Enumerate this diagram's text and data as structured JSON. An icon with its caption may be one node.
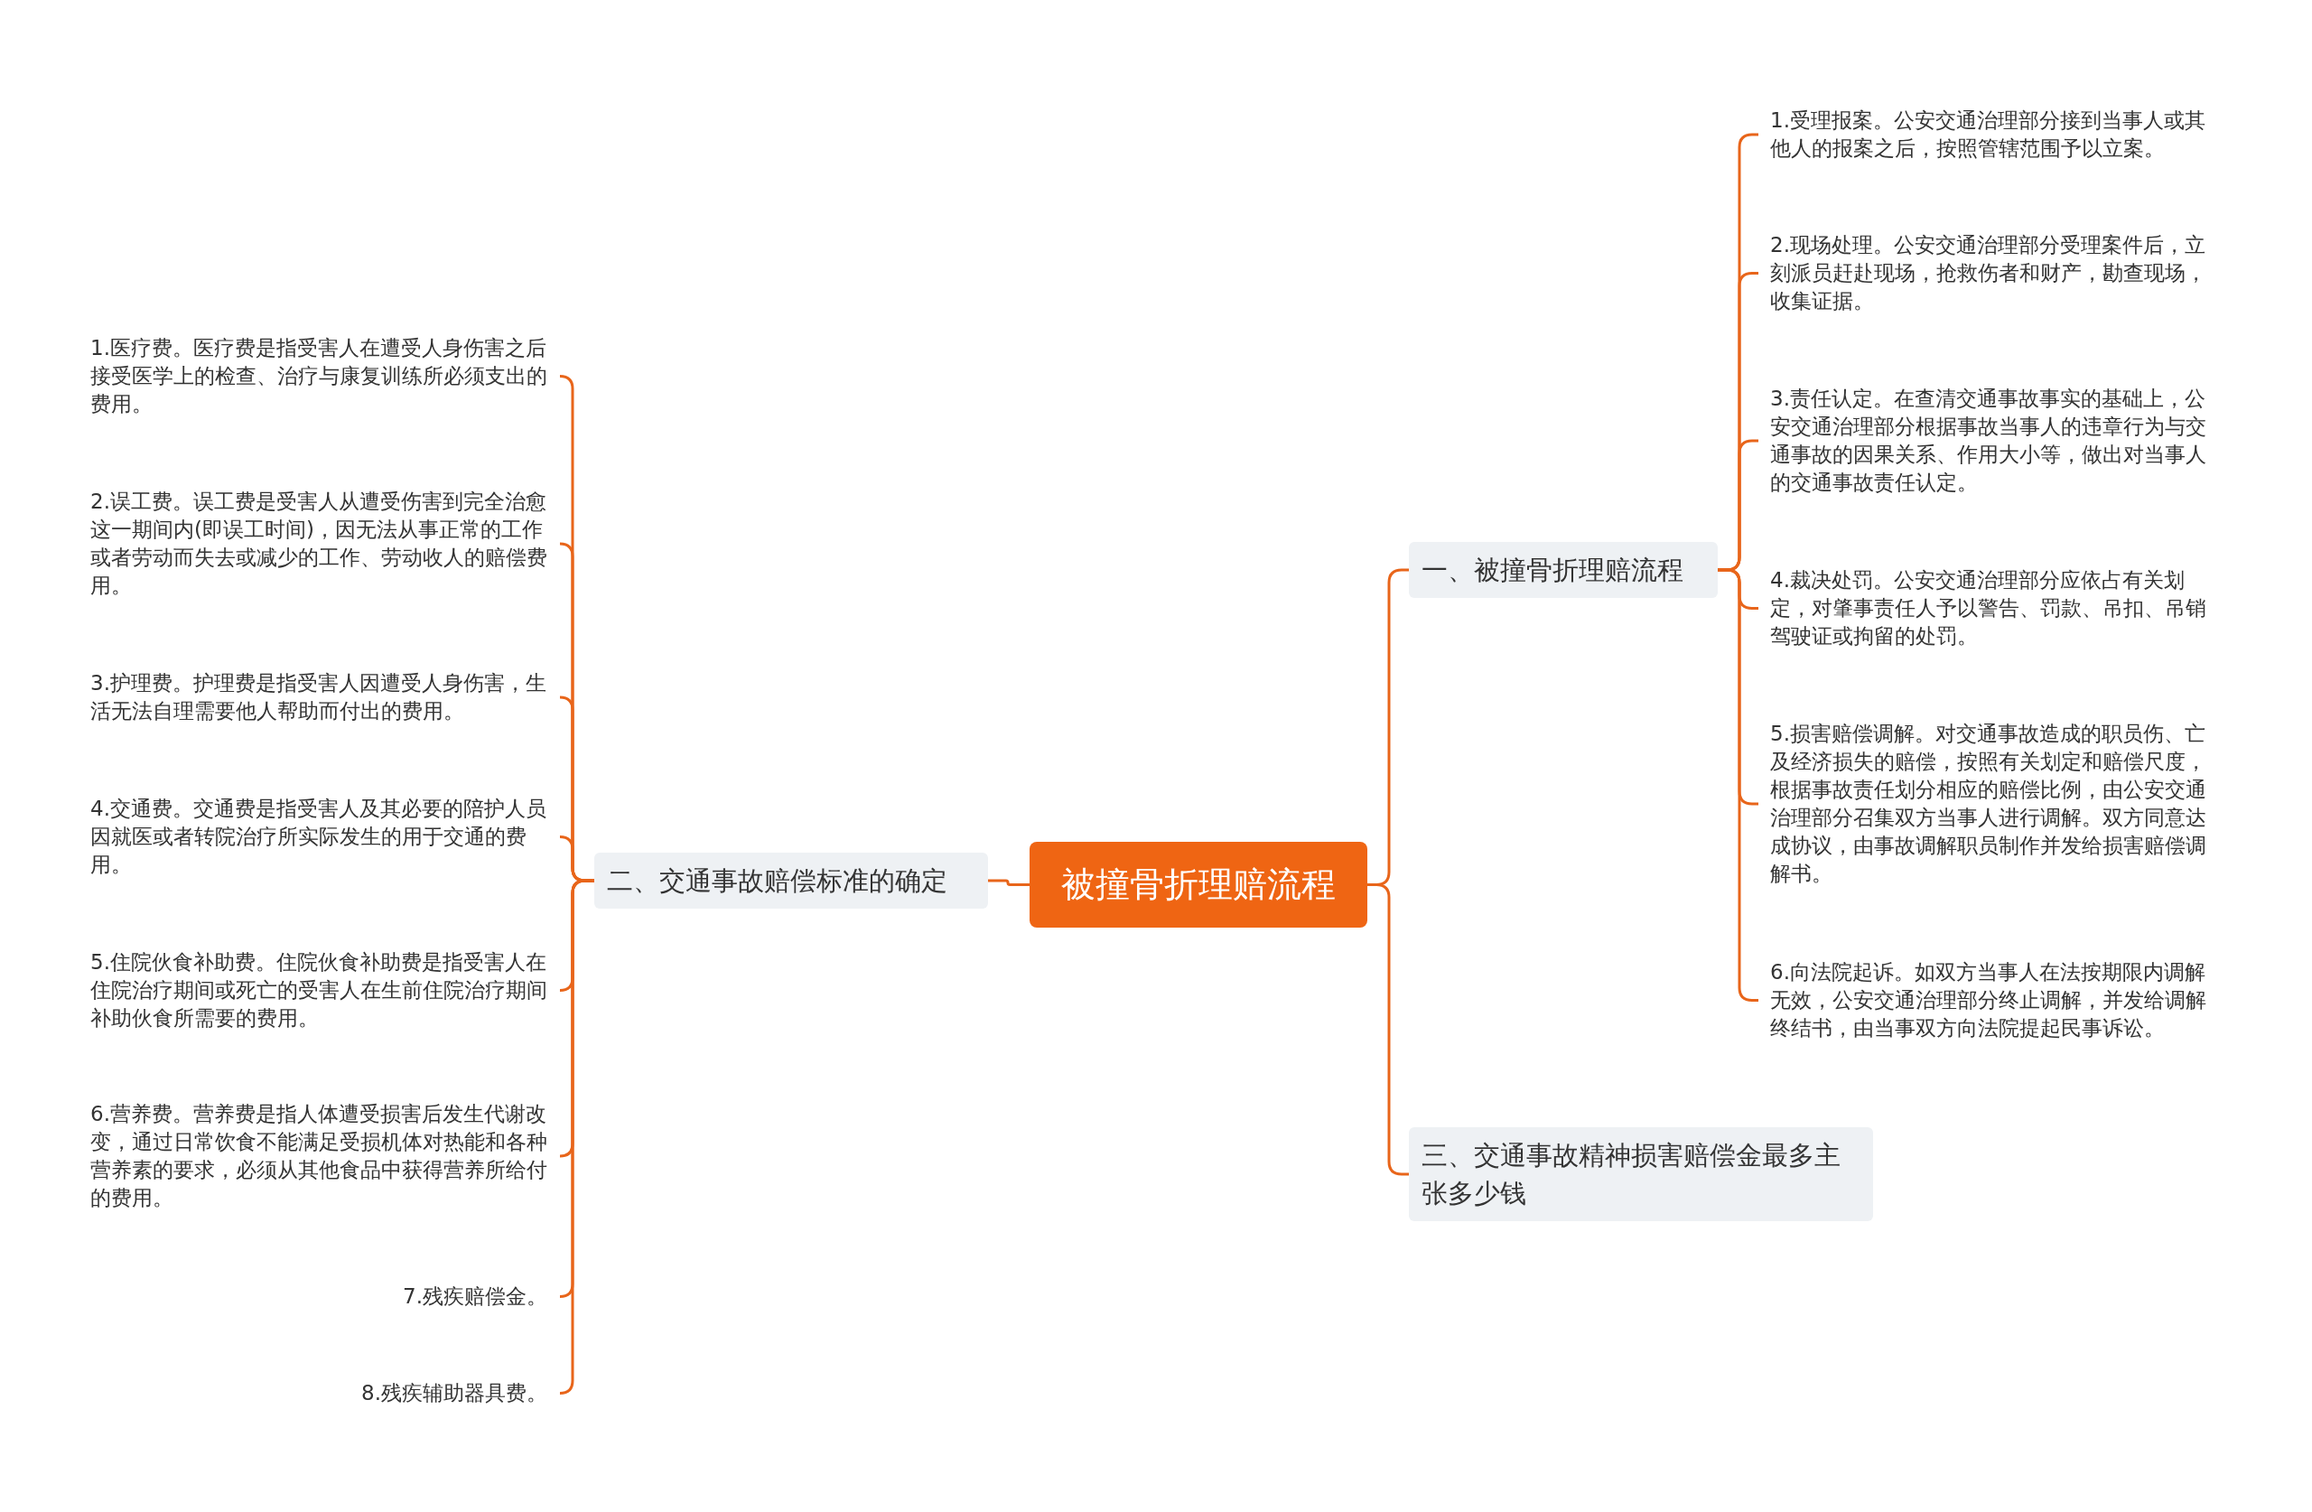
{
  "diagram": {
    "nodes": [
      {
        "text": [
          "被撞骨折理赔流程"
        ]
      },
      {
        "text": [
          "一、被撞骨折理赔流程"
        ]
      },
      {
        "text": [
          "1.受理报案。公安交通治理部分接到当事人或其他人的报案之后，按照管辖范围予以立案。"
        ]
      },
      {
        "text": [
          "2.现场处理。公安交通治理部分受理案件后，立刻派员赶赴现场，抢救伤者和财产，勘查现场，收集证据。"
        ]
      },
      {
        "text": [
          "3.责任认定。在查清交通事故事实的基础上，公安交通治理部分根据事故当事人的违章行为与交通事故的因果关系、作用大小等，做出对当事人的交通事故责任认定。"
        ]
      },
      {
        "text": [
          "4.裁决处罚。公安交通治理部分应依占有关划定，对肇事责任人予以警告、罚款、吊扣、吊销驾驶证或拘留的处罚。"
        ]
      },
      {
        "text": [
          "5.损害赔偿调解。对交通事故造成的职员伤、亡及经济损失的赔偿，按照有关划定和赔偿尺度，根据事故责任划分相应的赔偿比例，由公安交通治理部分召集双方当事人进行调解。双方同意达成协议，由事故调解职员制作并发给损害赔偿调解书。"
        ]
      },
      {
        "text": [
          "6.向法院起诉。如双方当事人在法按期限内调解无效，公安交通治理部分终止调解，并发给调解终结书，由当事双方向法院提起民事诉讼。"
        ]
      },
      {
        "text": [
          "三、交通事故精神损害赔偿金最多主张多少钱"
        ]
      },
      {
        "text": [
          "二、交通事故赔偿标准的确定"
        ]
      },
      {
        "text": [
          "1.医疗费。医疗费是指受害人在遭受人身伤害之后接受医学上的检查、治疗与康复训练所必须支出的费用。"
        ]
      },
      {
        "text": [
          "2.误工费。误工费是受害人从遭受伤害到完全治愈这一期间内(即误工时间)，因无法从事正常的工作或者劳动而失去或减少的工作、劳动收人的赔偿费用。"
        ]
      },
      {
        "text": [
          "3.护理费。护理费是指受害人因遭受人身伤害，生活无法自理需要他人帮助而付出的费用。"
        ]
      },
      {
        "text": [
          "4.交通费。交通费是指受害人及其必要的陪护人员因就医或者转院治疗所实际发生的用于交通的费用。"
        ]
      },
      {
        "text": [
          "5.住院伙食补助费。住院伙食补助费是指受害人在住院治疗期间或死亡的受害人在生前住院治疗期间补助伙食所需要的费用。"
        ]
      },
      {
        "text": [
          "6.营养费。营养费是指人体遭受损害后发生代谢改变，通过日常饮食不能满足受损机体对热能和各种营养素的要求，必须从其他食品中获得营养所给付的费用。"
        ]
      },
      {
        "text": [
          "7.残疾赔偿金。"
        ]
      },
      {
        "text": [
          "8.残疾辅助器具费。"
        ]
      }
    ],
    "edges": [
      {
        "from": 0,
        "to": 1,
        "arrow": "none"
      },
      {
        "from": 1,
        "to": 2,
        "arrow": "none"
      },
      {
        "from": 1,
        "to": 3,
        "arrow": "none"
      },
      {
        "from": 1,
        "to": 4,
        "arrow": "none"
      },
      {
        "from": 1,
        "to": 5,
        "arrow": "none"
      },
      {
        "from": 1,
        "to": 6,
        "arrow": "none"
      },
      {
        "from": 1,
        "to": 7,
        "arrow": "none"
      },
      {
        "from": 0,
        "to": 8,
        "arrow": "none"
      },
      {
        "from": 0,
        "to": 9,
        "arrow": "none"
      },
      {
        "from": 9,
        "to": 10,
        "arrow": "none"
      },
      {
        "from": 9,
        "to": 11,
        "arrow": "none"
      },
      {
        "from": 9,
        "to": 12,
        "arrow": "none"
      },
      {
        "from": 9,
        "to": 13,
        "arrow": "none"
      },
      {
        "from": 9,
        "to": 14,
        "arrow": "none"
      },
      {
        "from": 9,
        "to": 15,
        "arrow": "none"
      },
      {
        "from": 9,
        "to": 16,
        "arrow": "none"
      },
      {
        "from": 9,
        "to": 17,
        "arrow": "none"
      }
    ]
  }
}
